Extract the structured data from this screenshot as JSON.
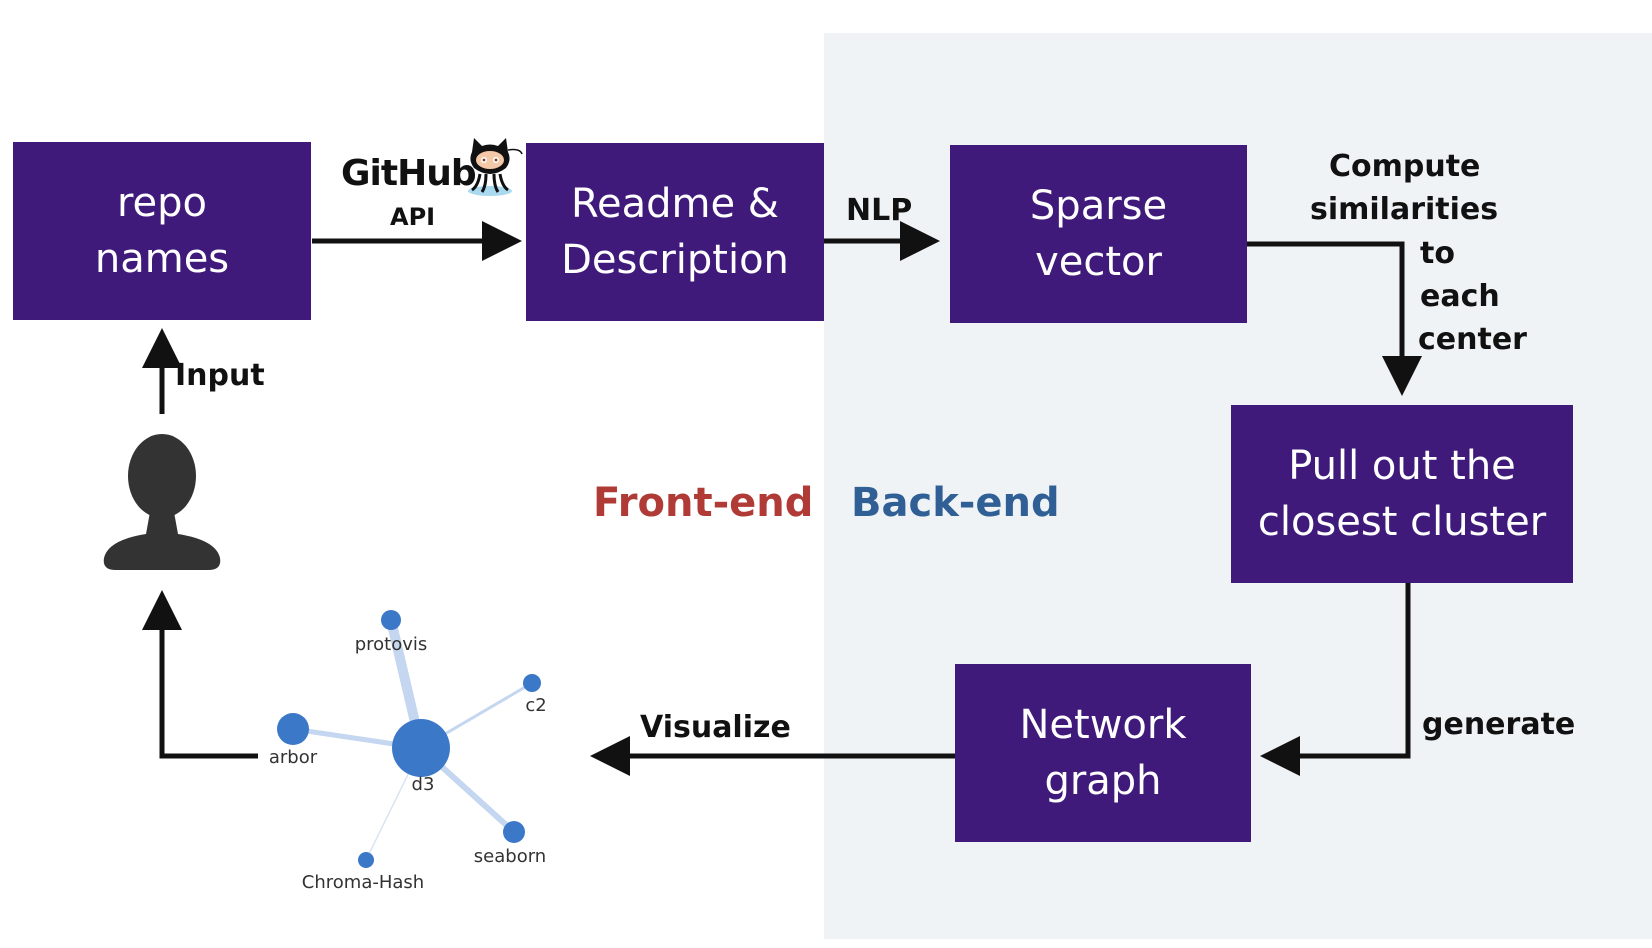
{
  "boxes": {
    "repo": "repo\nnames",
    "readme": "Readme &\nDescription",
    "sparse": "Sparse\nvector",
    "pull": "Pull out the\nclosest cluster",
    "network": "Network\ngraph"
  },
  "labels": {
    "github": "GitHub",
    "api": "API",
    "nlp": "NLP",
    "compute": [
      "Compute",
      "similarities",
      "to",
      "each",
      "center"
    ],
    "input": "Input",
    "generate": "generate",
    "visualize": "Visualize",
    "frontend": "Front-end",
    "backend": "Back-end"
  },
  "colors": {
    "box": "#3f1a7b",
    "frontend": "#b03a36",
    "backend": "#2f5f95",
    "node": "#3c78c8",
    "panel": "#eff3f6"
  },
  "graph": {
    "nodes": [
      "d3",
      "protovis",
      "c2",
      "arbor",
      "seaborn",
      "Chroma-Hash"
    ],
    "edges": [
      {
        "from": "d3",
        "to": "protovis"
      },
      {
        "from": "d3",
        "to": "c2"
      },
      {
        "from": "d3",
        "to": "arbor"
      },
      {
        "from": "d3",
        "to": "seaborn"
      },
      {
        "from": "d3",
        "to": "Chroma-Hash"
      }
    ]
  }
}
